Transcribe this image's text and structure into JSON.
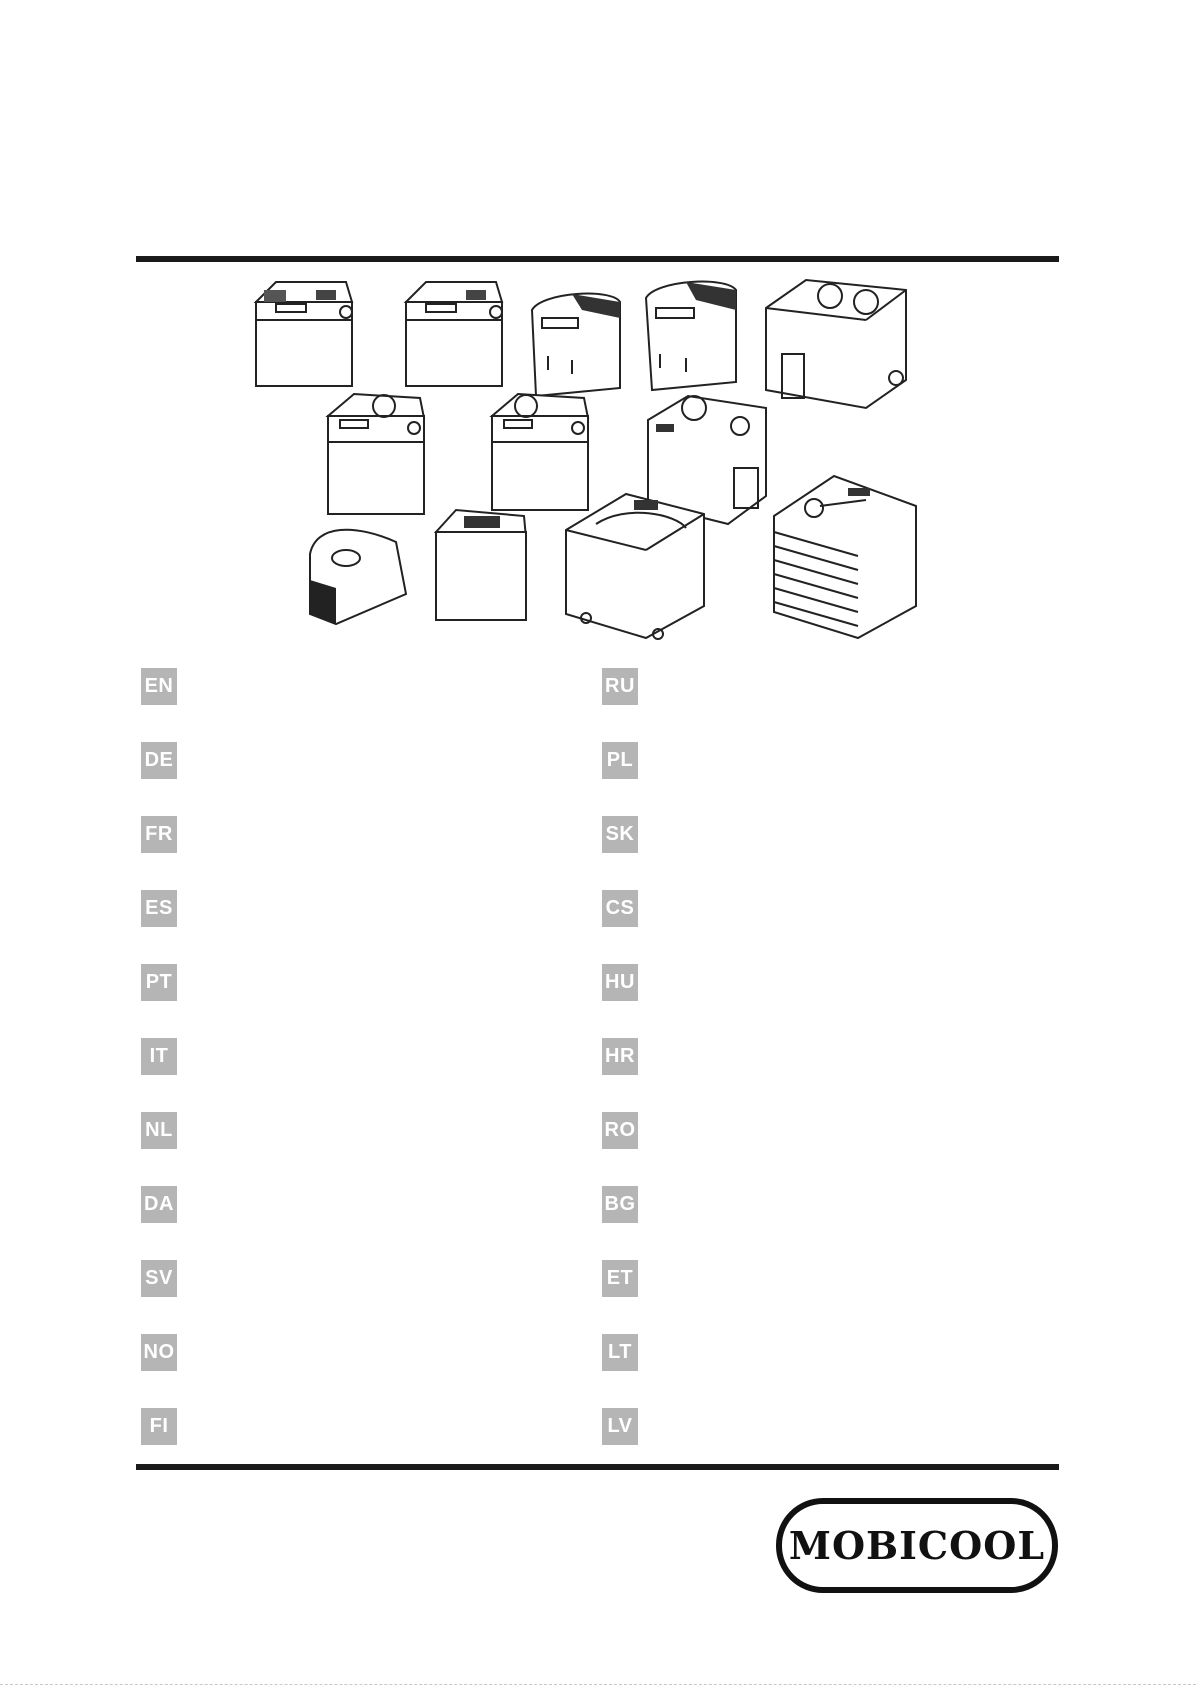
{
  "languages_left": [
    "EN",
    "DE",
    "FR",
    "ES",
    "PT",
    "IT",
    "NL",
    "DA",
    "SV",
    "NO",
    "FI"
  ],
  "languages_right": [
    "RU",
    "PL",
    "SK",
    "CS",
    "HU",
    "HR",
    "RO",
    "BG",
    "ET",
    "LT",
    "LV"
  ],
  "brand": {
    "logo_text": "MOBICOOL"
  },
  "colors": {
    "rule": "#1a1a1a",
    "badge_bg": "#b5b5b5",
    "badge_text": "#ffffff"
  },
  "products_illustration": {
    "icon": "cooler-box-line-drawings",
    "count": 13
  }
}
